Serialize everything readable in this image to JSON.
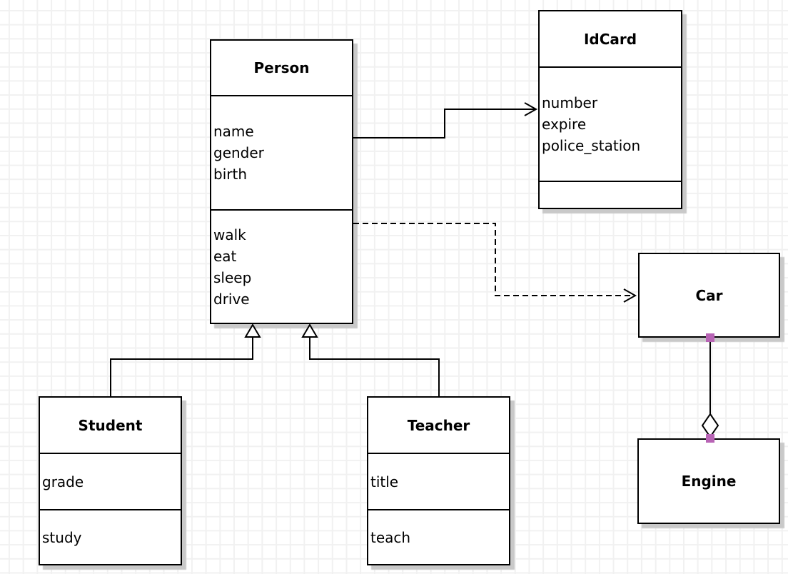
{
  "canvas": {
    "type": "uml-class-diagram",
    "grid": true,
    "background": "#ffffff"
  },
  "colors": {
    "line": "#000000",
    "fill": "#ffffff",
    "text": "#000000",
    "grid": "#f1f1f1",
    "shadow": "#c9c9c9",
    "handle": "#b864b5"
  },
  "classes": {
    "person": {
      "title": "Person",
      "attributes": [
        "name",
        "gender",
        "birth"
      ],
      "methods": [
        "walk",
        "eat",
        "sleep",
        "drive"
      ]
    },
    "idcard": {
      "title": "IdCard",
      "attributes": [
        "number",
        "expire",
        "police_station"
      ],
      "methods": []
    },
    "car": {
      "title": "Car",
      "attributes": [],
      "methods": []
    },
    "engine": {
      "title": "Engine",
      "attributes": [],
      "methods": []
    },
    "student": {
      "title": "Student",
      "attributes": [
        "grade"
      ],
      "methods": [
        "study"
      ]
    },
    "teacher": {
      "title": "Teacher",
      "attributes": [
        "title"
      ],
      "methods": [
        "teach"
      ]
    }
  },
  "relationships": [
    {
      "type": "association",
      "from": "Person",
      "to": "IdCard",
      "line": "solid",
      "head": "open-arrow"
    },
    {
      "type": "dependency",
      "from": "Person",
      "to": "Car",
      "line": "dashed",
      "head": "open-arrow"
    },
    {
      "type": "generalization",
      "from": "Student",
      "to": "Person",
      "line": "solid",
      "head": "hollow-triangle"
    },
    {
      "type": "generalization",
      "from": "Teacher",
      "to": "Person",
      "line": "solid",
      "head": "hollow-triangle"
    },
    {
      "type": "aggregation",
      "from": "Car",
      "to": "Engine",
      "line": "solid",
      "head": "hollow-diamond",
      "endpoint_handles": "selected-purple"
    }
  ]
}
